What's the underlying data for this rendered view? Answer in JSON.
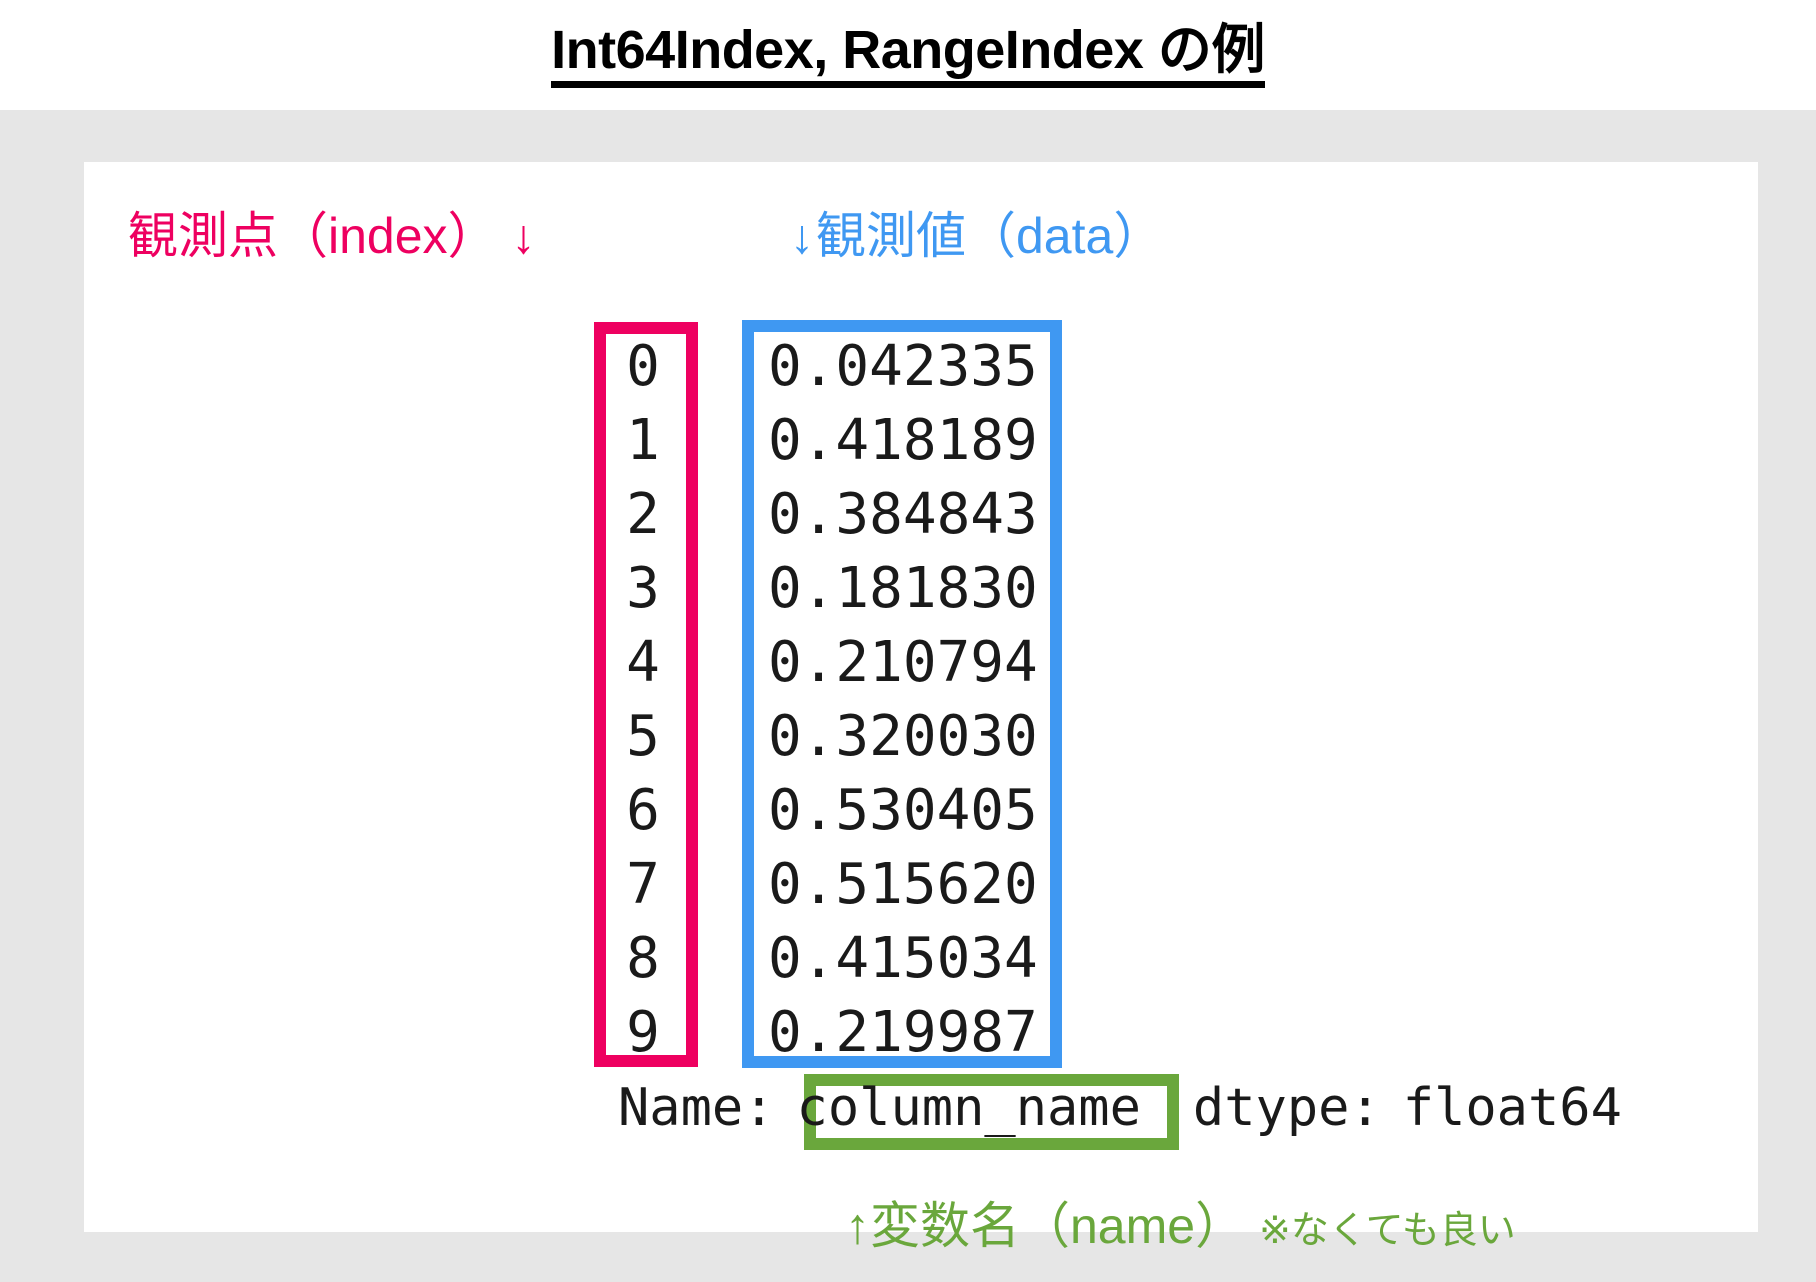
{
  "title": "Int64Index, RangeIndex の例",
  "annotations": {
    "index_label": "観測点（index）",
    "index_arrow": "↓",
    "data_label": "観測値（data）",
    "data_arrow": "↓",
    "name_caption": "↑変数名（name）",
    "name_note": "※なくても良い"
  },
  "colors": {
    "index_pink": "#ee0060",
    "data_blue": "#3f98f2",
    "name_green": "#6aa73c",
    "page_gray": "#e6e6e6",
    "text_black": "#1a1a1a"
  },
  "series": {
    "index": [
      "0",
      "1",
      "2",
      "3",
      "4",
      "5",
      "6",
      "7",
      "8",
      "9"
    ],
    "values": [
      "0.042335",
      "0.418189",
      "0.384843",
      "0.181830",
      "0.210794",
      "0.320030",
      "0.530405",
      "0.515620",
      "0.415034",
      "0.219987"
    ]
  },
  "meta": {
    "name_label": "Name:",
    "name_value": "column_name",
    "dtype_label": "dtype:",
    "dtype_value": "float64"
  },
  "chart_data": {
    "type": "table",
    "title": "Int64Index, RangeIndex の例",
    "categories": [
      "0",
      "1",
      "2",
      "3",
      "4",
      "5",
      "6",
      "7",
      "8",
      "9"
    ],
    "values": [
      0.042335,
      0.418189,
      0.384843,
      0.18183,
      0.210794,
      0.32003,
      0.530405,
      0.51562,
      0.415034,
      0.219987
    ],
    "series_name": "column_name",
    "dtype": "float64",
    "xlabel": "index",
    "ylabel": "data"
  }
}
